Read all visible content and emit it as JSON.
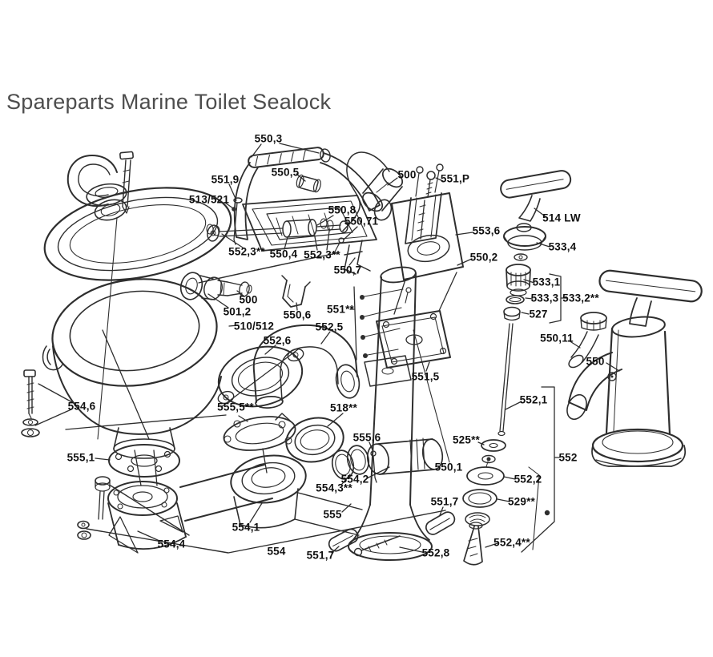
{
  "title": "Spareparts Marine Toilet Sealock",
  "colors": {
    "background": "#ffffff",
    "line": "#2e2e2e",
    "label_text": "#101010",
    "title_text": "#4d4d4d"
  },
  "diagram": {
    "description": "Exploded spare-parts diagram of a marine toilet (Sealock) with numbered part callouts",
    "labels": [
      {
        "text": "550,3"
      },
      {
        "text": "550,5"
      },
      {
        "text": "551,9"
      },
      {
        "text": "513/521"
      },
      {
        "text": "550,8"
      },
      {
        "text": "500"
      },
      {
        "text": "551,P"
      },
      {
        "text": "550,71"
      },
      {
        "text": "553,6"
      },
      {
        "text": "550,2"
      },
      {
        "text": "514 LW"
      },
      {
        "text": "533,4"
      },
      {
        "text": "533,1"
      },
      {
        "text": "533,3"
      },
      {
        "text": "533,2**"
      },
      {
        "text": "527"
      },
      {
        "text": "550,11"
      },
      {
        "text": "552,3**"
      },
      {
        "text": "550,4"
      },
      {
        "text": "552,3**"
      },
      {
        "text": "550,7"
      },
      {
        "text": "500"
      },
      {
        "text": "501,2"
      },
      {
        "text": "550,6"
      },
      {
        "text": "551**"
      },
      {
        "text": "510/512"
      },
      {
        "text": "552,5"
      },
      {
        "text": "552,6"
      },
      {
        "text": "551,5"
      },
      {
        "text": "554,6"
      },
      {
        "text": "555,5**"
      },
      {
        "text": "518**"
      },
      {
        "text": "555,6"
      },
      {
        "text": "552,1"
      },
      {
        "text": "550"
      },
      {
        "text": "525**"
      },
      {
        "text": "552"
      },
      {
        "text": "550,1"
      },
      {
        "text": "552,2"
      },
      {
        "text": "529**"
      },
      {
        "text": "551,7"
      },
      {
        "text": "554,2"
      },
      {
        "text": "554,3**"
      },
      {
        "text": "555,1"
      },
      {
        "text": "555"
      },
      {
        "text": "554,1"
      },
      {
        "text": "554,4"
      },
      {
        "text": "554"
      },
      {
        "text": "551,7"
      },
      {
        "text": "552,8"
      },
      {
        "text": "552,4**"
      }
    ]
  }
}
